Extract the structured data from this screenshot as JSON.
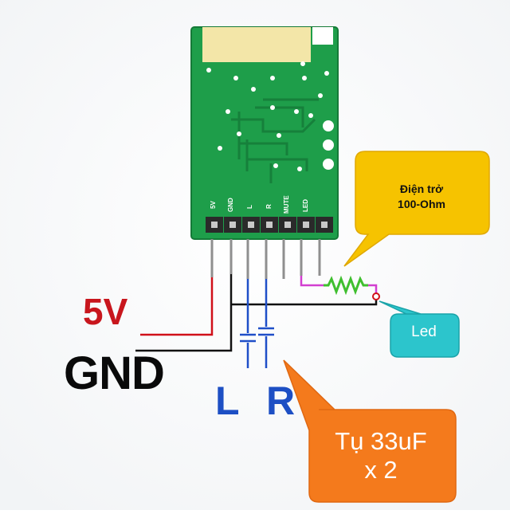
{
  "board": {
    "pin_labels": [
      "5V",
      "GND",
      "L",
      "R",
      "MUTE",
      "LED"
    ]
  },
  "labels": {
    "power": "5V",
    "ground": "GND",
    "left": "L",
    "right": "R"
  },
  "callouts": {
    "resistor": {
      "line1": "Điện trở",
      "line2": "100-Ohm"
    },
    "led": "Led",
    "capacitor": {
      "line1": "Tụ 33uF",
      "line2": "x 2"
    }
  },
  "colors": {
    "pcb": "#1e9e4a",
    "power_wire": "#d0101a",
    "ground_wire": "#111111",
    "audio_wire": "#1f4fc8",
    "led_wire": "#d23fd0",
    "resistor_body": "#3fbf2f",
    "resistor_callout": "#f6c300",
    "led_callout": "#2cc5cc",
    "capacitor_callout": "#f47a1c"
  }
}
